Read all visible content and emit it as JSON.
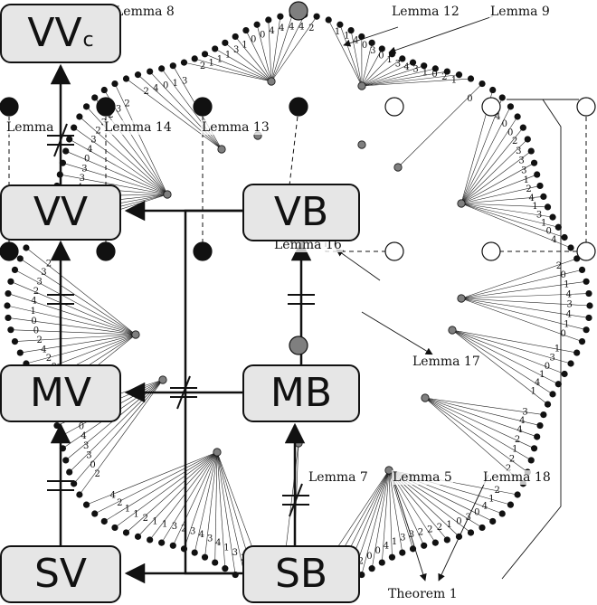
{
  "nodes": {
    "vvc": {
      "main": "VV",
      "sub": "c"
    },
    "vv": "VV",
    "vb": "VB",
    "mv": "MV",
    "mb": "MB",
    "sv": "SV",
    "sb": "SB"
  },
  "lemmas": {
    "l8": "Lemma 8",
    "l12": "Lemma 12",
    "l9": "Lemma 9",
    "l14": "Lemma 14",
    "l13": "Lemma 13",
    "lem_left": "Lemma",
    "l16": "Lemma 16",
    "l17": "Lemma 17",
    "l7": "Lemma 7",
    "l5": "Lemma 5",
    "l18": "Lemma 18",
    "theorem": "Theorem 1"
  },
  "symbols": {
    "equal": "=",
    "not_equal": "≠"
  },
  "colors": {
    "box_fill": "#e6e6e6",
    "stroke": "#111111",
    "hub_gray": "#7f7f7f"
  }
}
